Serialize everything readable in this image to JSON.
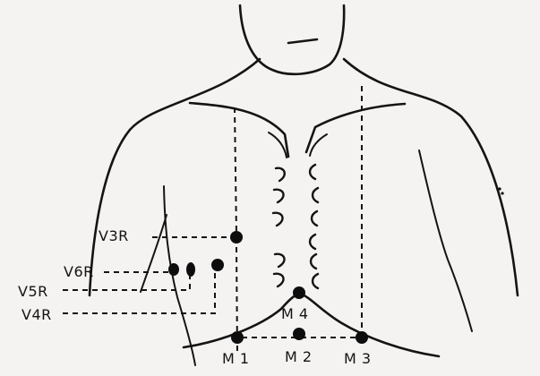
{
  "labels": {
    "v3r": "V3R",
    "v6r": "V6R",
    "v5r": "V5R",
    "v4r": "V4R",
    "m4": "M 4",
    "m1": "M 1",
    "m2": "M 2",
    "m3": "M 3"
  }
}
